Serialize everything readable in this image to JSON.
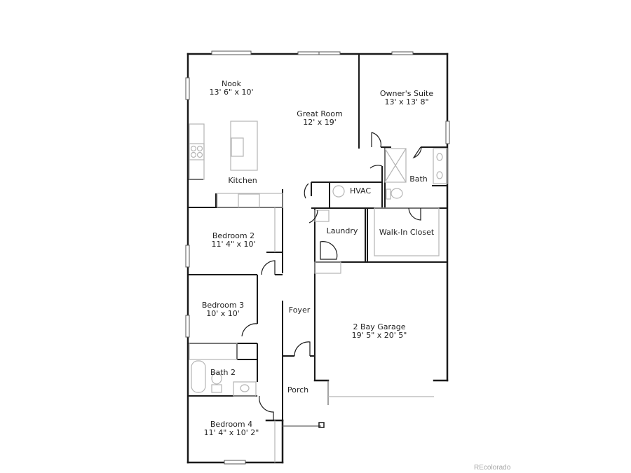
{
  "floorplan": {
    "rooms": [
      {
        "id": "nook",
        "name": "Nook",
        "dimensions": "13' 6\" x 10'"
      },
      {
        "id": "great-room",
        "name": "Great Room",
        "dimensions": "12' x 19'"
      },
      {
        "id": "owners-suite",
        "name": "Owner's Suite",
        "dimensions": "13' x 13' 8\""
      },
      {
        "id": "kitchen",
        "name": "Kitchen",
        "dimensions": ""
      },
      {
        "id": "hvac",
        "name": "HVAC",
        "dimensions": ""
      },
      {
        "id": "bath",
        "name": "Bath",
        "dimensions": ""
      },
      {
        "id": "laundry",
        "name": "Laundry",
        "dimensions": ""
      },
      {
        "id": "walk-in-closet",
        "name": "Walk-In Closet",
        "dimensions": ""
      },
      {
        "id": "bedroom-2",
        "name": "Bedroom 2",
        "dimensions": "11' 4\" x 10'"
      },
      {
        "id": "bedroom-3",
        "name": "Bedroom 3",
        "dimensions": "10' x 10'"
      },
      {
        "id": "foyer",
        "name": "Foyer",
        "dimensions": ""
      },
      {
        "id": "garage",
        "name": "2 Bay Garage",
        "dimensions": "19' 5\" x 20' 5\""
      },
      {
        "id": "bath-2",
        "name": "Bath 2",
        "dimensions": ""
      },
      {
        "id": "porch",
        "name": "Porch",
        "dimensions": ""
      },
      {
        "id": "bedroom-4",
        "name": "Bedroom 4",
        "dimensions": "11' 4\" x 10' 2\""
      }
    ],
    "colors": {
      "wall": "#1a1a1a",
      "fixture": "#b5b5b5",
      "background": "#ffffff"
    }
  },
  "watermark": "REcolorado"
}
